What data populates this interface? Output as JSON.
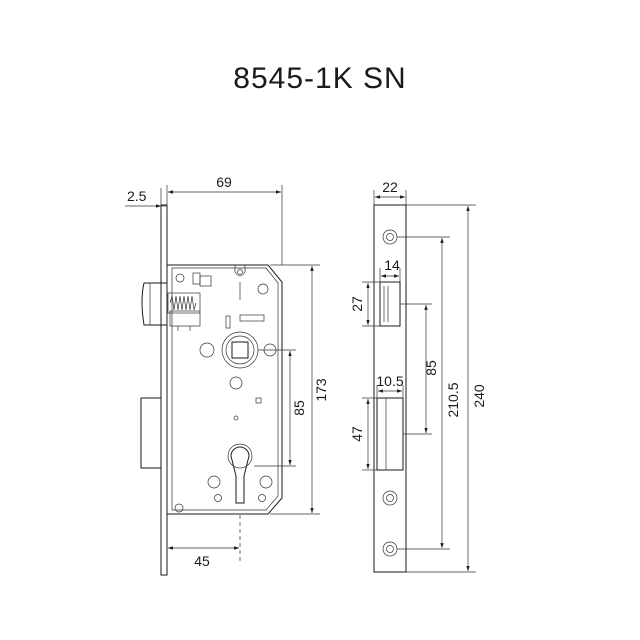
{
  "title": "8545-1K SN",
  "front_view": {
    "dims": {
      "faceplate_thickness": "2.5",
      "case_depth": "69",
      "backset": "45",
      "centre_distance": "85",
      "case_height": "173"
    }
  },
  "side_view": {
    "dims": {
      "faceplate_width": "22",
      "latch_projection": "14",
      "latch_height": "27",
      "bolt_projection": "10.5",
      "bolt_height": "47",
      "centre_distance": "85",
      "screw_spacing": "210.5",
      "faceplate_height": "240"
    }
  },
  "colors": {
    "line": "#1a1a1a",
    "background": "#ffffff"
  }
}
